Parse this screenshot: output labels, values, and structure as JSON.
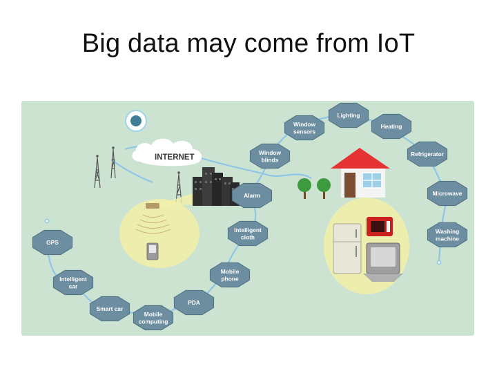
{
  "title": "Big data may come from IoT",
  "diagram": {
    "internet_label": "INTERNET",
    "nodes": [
      {
        "id": "gps",
        "lines": [
          "GPS"
        ]
      },
      {
        "id": "intelligent-car",
        "lines": [
          "Intelligent",
          "car"
        ]
      },
      {
        "id": "smart-car",
        "lines": [
          "Smart car"
        ]
      },
      {
        "id": "mobile-computing",
        "lines": [
          "Mobile",
          "computing"
        ]
      },
      {
        "id": "pda",
        "lines": [
          "PDA"
        ]
      },
      {
        "id": "mobile-phone",
        "lines": [
          "Mobile",
          "phone"
        ]
      },
      {
        "id": "intelligent-cloth",
        "lines": [
          "Intelligent",
          "cloth"
        ]
      },
      {
        "id": "alarm",
        "lines": [
          "Alarm"
        ]
      },
      {
        "id": "window-blinds",
        "lines": [
          "Window",
          "blinds"
        ]
      },
      {
        "id": "window-sensors",
        "lines": [
          "Window",
          "sensors"
        ]
      },
      {
        "id": "lighting",
        "lines": [
          "Lighting"
        ]
      },
      {
        "id": "heating",
        "lines": [
          "Heating"
        ]
      },
      {
        "id": "refrigerator",
        "lines": [
          "Refrigerator"
        ]
      },
      {
        "id": "microwave",
        "lines": [
          "Microwave"
        ]
      },
      {
        "id": "washing-machine",
        "lines": [
          "Washing",
          "machine"
        ]
      }
    ],
    "colors": {
      "panel": "#cce3d2",
      "node_fill": "#6d8ea0",
      "node_stroke": "#4f7283",
      "network_line": "#8fc6e6",
      "glow": "#f2f0a8",
      "roof": "#e53333"
    },
    "icons": [
      "satellite-icon",
      "cell-tower-icon",
      "internet-cloud-icon",
      "city-buildings-icon",
      "house-icon",
      "tree-icon",
      "handheld-device-icon",
      "fridge-icon",
      "microwave-oven-icon",
      "washing-machine-icon",
      "router-icon"
    ]
  }
}
